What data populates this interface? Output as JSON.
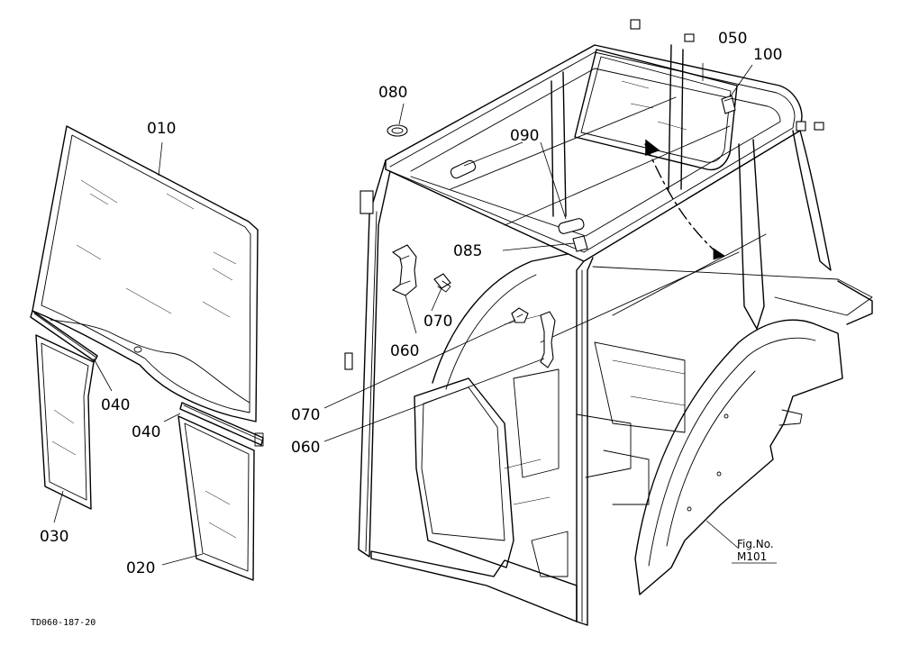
{
  "labels": {
    "p010": "010",
    "p020": "020",
    "p030": "030",
    "p040a": "040",
    "p040b": "040",
    "p050": "050",
    "p060a": "060",
    "p060b": "060",
    "p070a": "070",
    "p070b": "070",
    "p080": "080",
    "p085": "085",
    "p090": "090",
    "p100": "100"
  },
  "figure_ref": {
    "line1": "Fig.No.",
    "line2": "M101"
  },
  "drawing_code": "TD060-187-20"
}
